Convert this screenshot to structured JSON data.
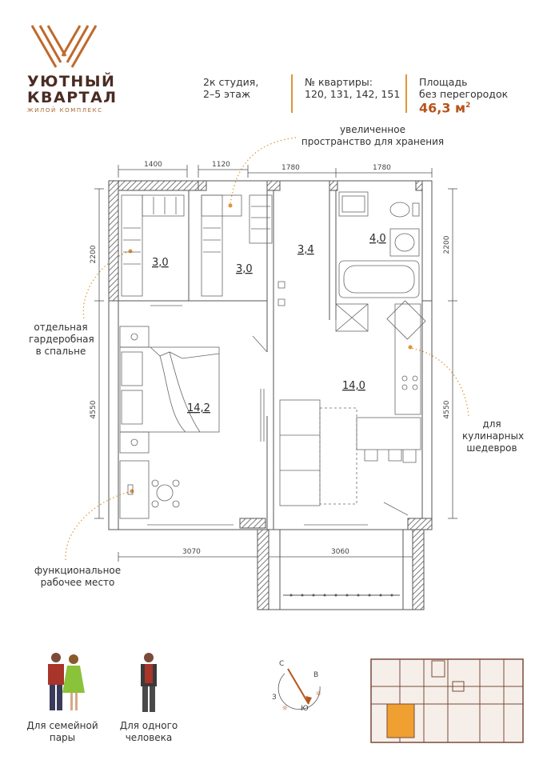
{
  "brand": {
    "name_line1": "УЮТНЫЙ",
    "name_line2": "КВАРТАЛ",
    "subtitle": "ЖИЛОЙ КОМПЛЕКС",
    "accent_color": "#c0692b"
  },
  "header": {
    "type_line1": "2к студия,",
    "type_line2": "2–5 этаж",
    "apartments_label": "№ квартиры:",
    "apartments_value": "120, 131, 142, 151",
    "area_label_line1": "Площадь",
    "area_label_line2": "без перегородок",
    "area_value": "46,3 м",
    "area_unit_sup": "2"
  },
  "notes": {
    "storage_line1": "увеличенное",
    "storage_line2": "пространство для хранения",
    "wardrobe_line1": "отдельная",
    "wardrobe_line2": "гардеробная",
    "wardrobe_line3": "в спальне",
    "kitchen_line1": "для",
    "kitchen_line2": "кулинарных",
    "kitchen_line3": "шедевров",
    "workplace_line1": "функциональное",
    "workplace_line2": "рабочее место"
  },
  "plan": {
    "dimensions": {
      "top_1": "1400",
      "top_2": "1120",
      "top_3": "1780",
      "top_4": "1780",
      "left_upper": "2200",
      "left_lower": "4550",
      "right_upper": "2200",
      "right_lower": "4550",
      "bottom_1": "3070",
      "bottom_2": "3060"
    },
    "rooms": {
      "wardrobe": "3,0",
      "storage": "3,0",
      "hall": "3,4",
      "bathroom": "4,0",
      "bedroom": "14,2",
      "living": "14,0"
    }
  },
  "compass": {
    "north": "С",
    "east": "В",
    "south": "Ю",
    "west": "З"
  },
  "audience": {
    "couple_line1": "Для семейной",
    "couple_line2": "пары",
    "single_line1": "Для одного",
    "single_line2": "человека"
  },
  "colors": {
    "accent": "#e09438",
    "wall_hatch": "#8a8a8a",
    "highlight": "#f0a030"
  }
}
